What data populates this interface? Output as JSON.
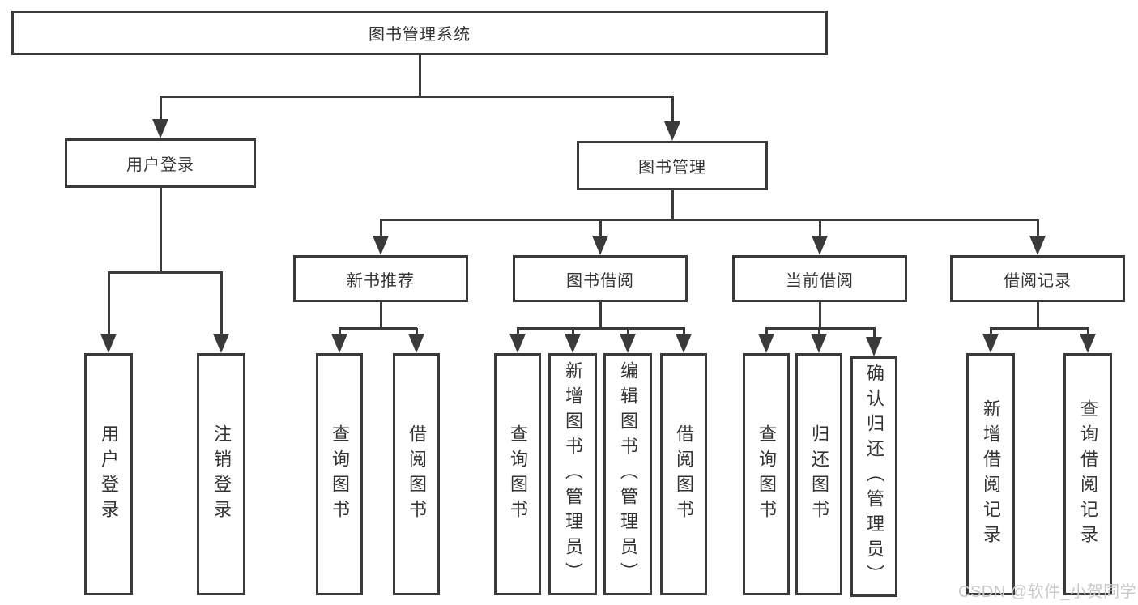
{
  "nodes": {
    "root": "图书管理系统",
    "user_login": "用户登录",
    "book_management": "图书管理",
    "new_book_recommend": "新书推荐",
    "book_borrow": "图书借阅",
    "current_borrow": "当前借阅",
    "borrow_records": "借阅记录",
    "leaf_user_login": "用户登录",
    "leaf_logout": "注销登录",
    "leaf_recommend_query": "查询图书",
    "leaf_recommend_borrow": "借阅图书",
    "leaf_borrow_query": "查询图书",
    "leaf_borrow_add": "新增图书（管理员）",
    "leaf_borrow_edit": "编辑图书（管理员）",
    "leaf_borrow_borrow": "借阅图书",
    "leaf_current_query": "查询图书",
    "leaf_current_return": "归还图书",
    "leaf_current_confirm": "确认归还（管理员）",
    "leaf_records_add": "新增借阅记录",
    "leaf_records_query": "查询借阅记录"
  },
  "watermark": "CSDN @软件_小贺同学",
  "colors": {
    "line": "#3a3a3a",
    "text": "#333333",
    "background": "#ffffff",
    "watermark": "#c9c9c9"
  }
}
